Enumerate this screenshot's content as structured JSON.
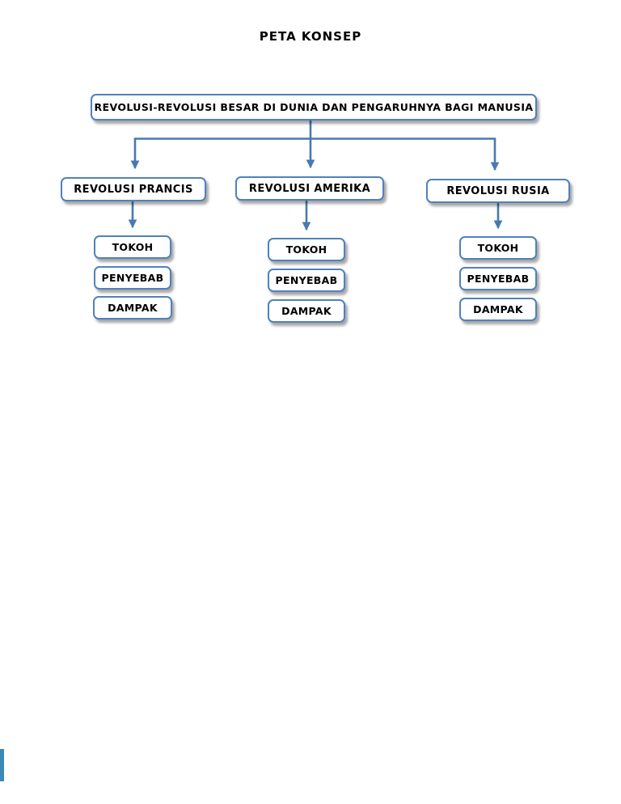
{
  "title": "PETA KONSEP",
  "root": {
    "label": "REVOLUSI-REVOLUSI BESAR DI DUNIA DAN PENGARUHNYA BAGI MANUSIA"
  },
  "branches": [
    {
      "label": "REVOLUSI PRANCIS",
      "children": [
        "TOKOH",
        "PENYEBAB",
        "DAMPAK"
      ]
    },
    {
      "label": "REVOLUSI AMERIKA",
      "children": [
        "TOKOH",
        "PENYEBAB",
        "DAMPAK"
      ]
    },
    {
      "label": "REVOLUSI RUSIA",
      "children": [
        "TOKOH",
        "PENYEBAB",
        "DAMPAK"
      ]
    }
  ],
  "colors": {
    "box_border": "#4f81bd",
    "connector": "#4779b4",
    "shadow": "rgba(0,0,0,0.35)",
    "edge_strip": "#3b8ab8",
    "text": "#000000",
    "background": "#ffffff"
  }
}
